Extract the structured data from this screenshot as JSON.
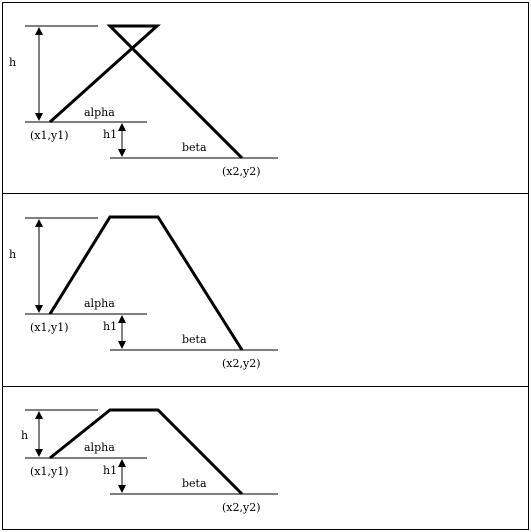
{
  "panels": [
    {
      "label_h": "h",
      "label_h1": "h1",
      "label_alpha": "alpha",
      "label_beta": "beta",
      "label_start": "(x1,y1)",
      "label_end": "(x2,y2)"
    },
    {
      "label_h": "h",
      "label_h1": "h1",
      "label_alpha": "alpha",
      "label_beta": "beta",
      "label_start": "(x1,y1)",
      "label_end": "(x2,y2)"
    },
    {
      "label_h": "h",
      "label_h1": "h1",
      "label_alpha": "alpha",
      "label_beta": "beta",
      "label_start": "(x1,y1)",
      "label_end": "(x2,y2)"
    }
  ]
}
